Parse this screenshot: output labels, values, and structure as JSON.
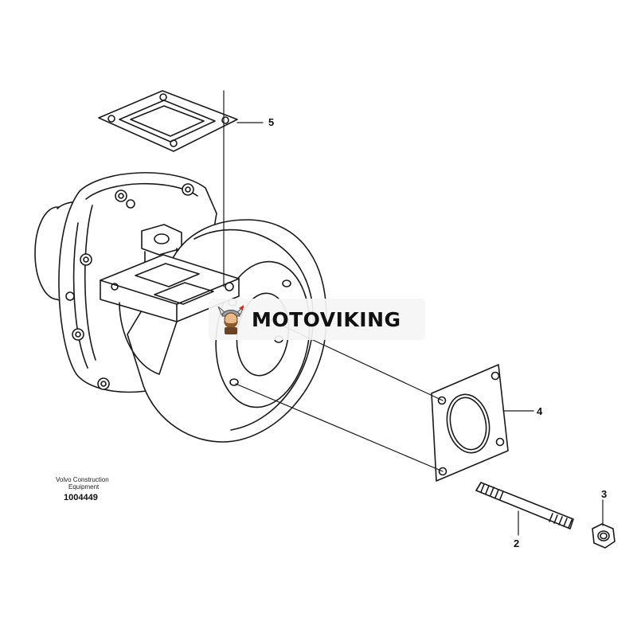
{
  "diagram": {
    "callouts": {
      "part5": "5",
      "part4": "4",
      "part3": "3",
      "part2": "2"
    },
    "credit_line1": "Volvo Construction",
    "credit_line2": "Equipment",
    "drawing_number": "1004449"
  },
  "watermark": {
    "brand": "MOTOVIKING",
    "logo_icon": "viking-mascot-icon",
    "colors": {
      "text": "#111111",
      "accent": "#c0392b",
      "badge": "#8b5a2b"
    }
  },
  "colors": {
    "line": "#1a1a1a",
    "background": "#ffffff"
  }
}
